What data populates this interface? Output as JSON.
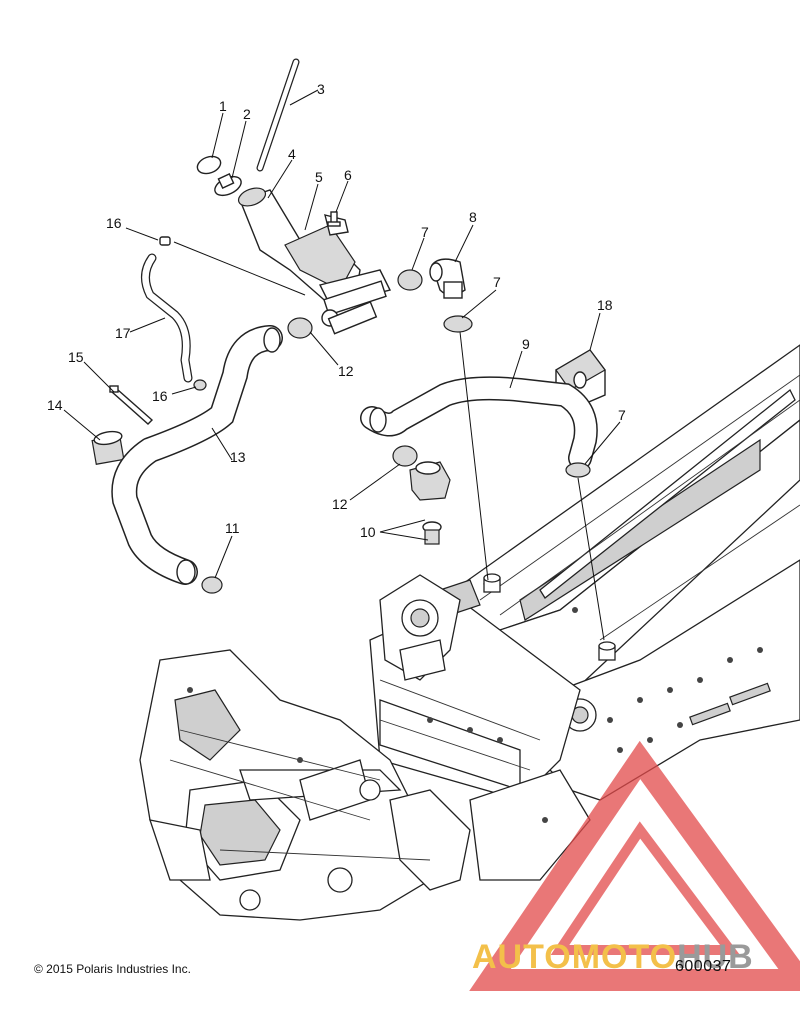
{
  "callouts": [
    {
      "label": "1"
    },
    {
      "label": "2"
    },
    {
      "label": "3"
    },
    {
      "label": "4"
    },
    {
      "label": "5"
    },
    {
      "label": "6"
    },
    {
      "label": "7"
    },
    {
      "label": "8"
    },
    {
      "label": "7"
    },
    {
      "label": "18"
    },
    {
      "label": "9"
    },
    {
      "label": "16"
    },
    {
      "label": "17"
    },
    {
      "label": "12"
    },
    {
      "label": "15"
    },
    {
      "label": "16"
    },
    {
      "label": "14"
    },
    {
      "label": "13"
    },
    {
      "label": "12"
    },
    {
      "label": "7"
    },
    {
      "label": "10"
    },
    {
      "label": "11"
    }
  ],
  "footer": {
    "copyright": "© 2015 Polaris Industries Inc.",
    "part_number": "600037"
  },
  "watermark": {
    "text_part1": "AUTOMOTO",
    "text_part2": "HUB",
    "accent_color": "#f3c04a",
    "secondary_color": "#9a9a9a",
    "triangle_color": "#e24a4a"
  }
}
